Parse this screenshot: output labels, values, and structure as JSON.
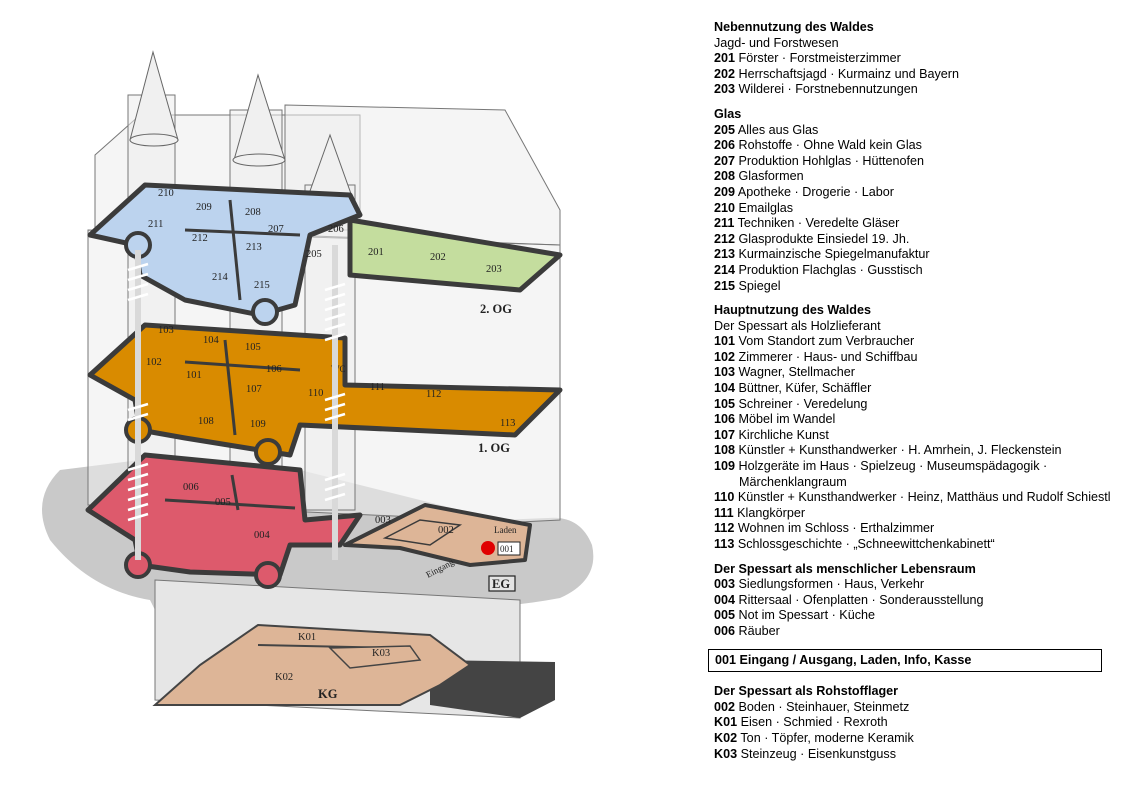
{
  "map": {
    "floors": {
      "og2": "2. OG",
      "og1": "1. OG",
      "eg": "EG",
      "kg": "KG"
    },
    "labels": {
      "wc": "WC",
      "laden": "Laden",
      "eingang": "Eingang"
    },
    "rooms": {
      "r210": "210",
      "r209": "209",
      "r208": "208",
      "r207": "207",
      "r206": "206",
      "r211": "211",
      "r212": "212",
      "r213": "213",
      "r205": "205",
      "r214": "214",
      "r215": "215",
      "r201": "201",
      "r202": "202",
      "r203": "203",
      "r103": "103",
      "r104": "104",
      "r105": "105",
      "r102": "102",
      "r101": "101",
      "r106": "106",
      "r107": "107",
      "r110": "110",
      "r111": "111",
      "r112": "112",
      "r108": "108",
      "r109": "109",
      "r113": "113",
      "r006": "006",
      "r005": "005",
      "r004": "004",
      "r003": "003",
      "r002": "002",
      "r001": "001",
      "k01": "K01",
      "k02": "K02",
      "k03": "K03"
    },
    "colors": {
      "og2": "#bcd3ee",
      "og2_green": "#c4dd9e",
      "og1": "#d98b00",
      "eg": "#dd5a6c",
      "kg": "#ddb597",
      "shadow": "#c6c6c6",
      "wall": "#3b3b3b",
      "entrance_dot": "#e00000"
    }
  },
  "legend": {
    "s1": {
      "title": "Nebennutzung des Waldes",
      "sub": "Jagd- und Forstwesen",
      "items": [
        {
          "code": "201",
          "text": "Förster · Forstmeisterzimmer"
        },
        {
          "code": "202",
          "text": "Herrschaftsjagd · Kurmainz und Bayern"
        },
        {
          "code": "203",
          "text": "Wilderei · Forstnebennutzungen"
        }
      ]
    },
    "s2": {
      "title": "Glas",
      "items": [
        {
          "code": "205",
          "text": "Alles aus Glas"
        },
        {
          "code": "206",
          "text": "Rohstoffe · Ohne Wald kein Glas"
        },
        {
          "code": "207",
          "text": "Produktion Hohlglas · Hüttenofen"
        },
        {
          "code": "208",
          "text": "Glasformen"
        },
        {
          "code": "209",
          "text": "Apotheke · Drogerie · Labor"
        },
        {
          "code": "210",
          "text": "Emailglas"
        },
        {
          "code": "211",
          "text": "Techniken · Veredelte Gläser"
        },
        {
          "code": "212",
          "text": "Glasprodukte Einsiedel 19. Jh."
        },
        {
          "code": "213",
          "text": "Kurmainzische Spiegelmanufaktur"
        },
        {
          "code": "214",
          "text": "Produktion Flachglas · Gusstisch"
        },
        {
          "code": "215",
          "text": "Spiegel"
        }
      ]
    },
    "s3": {
      "title": "Hauptnutzung des Waldes",
      "sub": "Der Spessart als Holzlieferant",
      "items": [
        {
          "code": "101",
          "text": "Vom Standort zum Verbraucher"
        },
        {
          "code": "102",
          "text": "Zimmerer · Haus- und Schiffbau"
        },
        {
          "code": "103",
          "text": "Wagner, Stellmacher"
        },
        {
          "code": "104",
          "text": "Büttner, Küfer, Schäffler"
        },
        {
          "code": "105",
          "text": "Schreiner · Veredelung"
        },
        {
          "code": "106",
          "text": "Möbel im Wandel"
        },
        {
          "code": "107",
          "text": "Kirchliche Kunst"
        },
        {
          "code": "108",
          "text": "Künstler + Kunsthandwerker · H. Amrhein,  J. Fleckenstein"
        },
        {
          "code": "109",
          "text": "Holzgeräte im Haus · Spielzeug · Museumspädagogik · Märchenklangraum"
        },
        {
          "code": "110",
          "text": "Künstler + Kunsthandwerker · Heinz, Matthäus und Rudolf Schiestl"
        },
        {
          "code": "111",
          "text": "Klangkörper"
        },
        {
          "code": "112",
          "text": "Wohnen im Schloss · Erthalzimmer"
        },
        {
          "code": "113",
          "text": "Schlossgeschichte · „Schneewittchenkabinett“"
        }
      ]
    },
    "s4": {
      "title": "Der Spessart als menschlicher Lebensraum",
      "items": [
        {
          "code": "003",
          "text": "Siedlungsformen · Haus, Verkehr"
        },
        {
          "code": "004",
          "text": "Rittersaal · Ofenplatten · Sonderausstellung"
        },
        {
          "code": "005",
          "text": "Not im Spessart · Küche"
        },
        {
          "code": "006",
          "text": "Räuber"
        }
      ]
    },
    "boxed": "001 Eingang / Ausgang, Laden, Info, Kasse",
    "s5": {
      "title": "Der Spessart als Rohstofflager",
      "items": [
        {
          "code": "002",
          "text": "Boden · Steinhauer, Steinmetz"
        },
        {
          "code": "K01",
          "text": "Eisen · Schmied · Rexroth"
        },
        {
          "code": "K02",
          "text": "Ton · Töpfer, moderne Keramik"
        },
        {
          "code": "K03",
          "text": "Steinzeug · Eisenkunstguss"
        }
      ]
    }
  }
}
